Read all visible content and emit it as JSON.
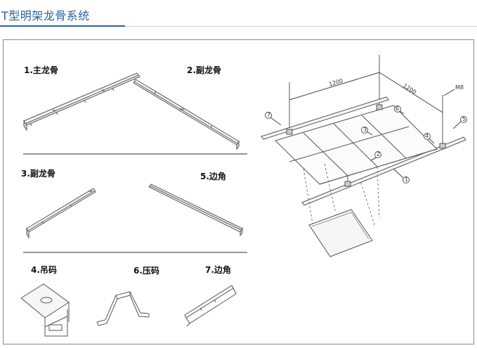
{
  "header": {
    "title": "T型明架龙骨系统"
  },
  "parts": [
    {
      "label": "1.主龙骨"
    },
    {
      "label": "2.副龙骨"
    },
    {
      "label": "3.副龙骨"
    },
    {
      "label": "5.边角"
    },
    {
      "label": "4.吊码"
    },
    {
      "label": "6.压码"
    },
    {
      "label": "7.边角"
    }
  ],
  "assembly": {
    "dimensions": [
      "1200",
      "1200"
    ],
    "bolt": "M8",
    "callouts": [
      "1",
      "2",
      "3",
      "4",
      "5",
      "6",
      "7"
    ]
  }
}
